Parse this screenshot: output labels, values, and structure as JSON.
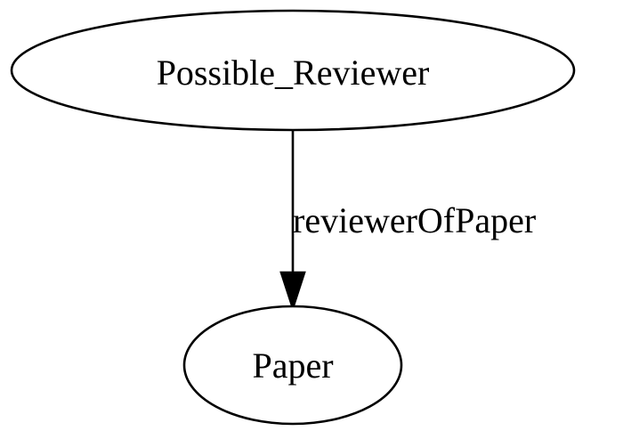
{
  "nodes": {
    "source": {
      "label": "Possible_Reviewer"
    },
    "target": {
      "label": "Paper"
    }
  },
  "edge": {
    "label": "reviewerOfPaper"
  }
}
